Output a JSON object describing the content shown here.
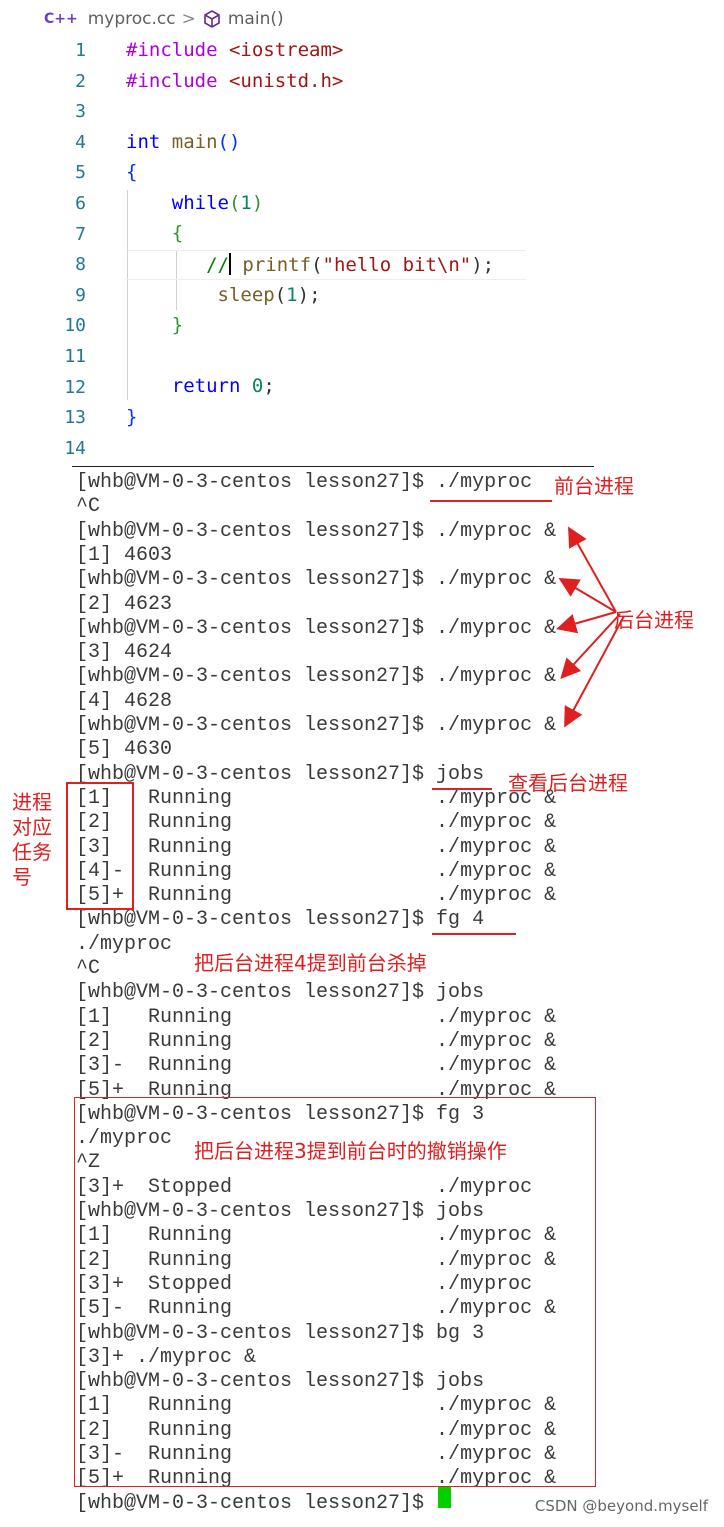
{
  "editor": {
    "breadcrumb": {
      "lang_icon": "C++",
      "file": "myproc.cc",
      "separator": ">",
      "symbol": "main()"
    },
    "line_numbers": [
      "1",
      "2",
      "3",
      "4",
      "5",
      "6",
      "7",
      "8",
      "9",
      "10",
      "11",
      "12",
      "13",
      "14"
    ]
  },
  "terminal": {
    "lines": [
      "[whb@VM-0-3-centos lesson27]$ ./myproc",
      "^C",
      "[whb@VM-0-3-centos lesson27]$ ./myproc &",
      "[1] 4603",
      "[whb@VM-0-3-centos lesson27]$ ./myproc &",
      "[2] 4623",
      "[whb@VM-0-3-centos lesson27]$ ./myproc &",
      "[3] 4624",
      "[whb@VM-0-3-centos lesson27]$ ./myproc &",
      "[4] 4628",
      "[whb@VM-0-3-centos lesson27]$ ./myproc &",
      "[5] 4630",
      "[whb@VM-0-3-centos lesson27]$ jobs",
      "[1]   Running                 ./myproc &",
      "[2]   Running                 ./myproc &",
      "[3]   Running                 ./myproc &",
      "[4]-  Running                 ./myproc &",
      "[5]+  Running                 ./myproc &",
      "[whb@VM-0-3-centos lesson27]$ fg 4",
      "./myproc",
      "^C",
      "[whb@VM-0-3-centos lesson27]$ jobs",
      "[1]   Running                 ./myproc &",
      "[2]   Running                 ./myproc &",
      "[3]-  Running                 ./myproc &",
      "[5]+  Running                 ./myproc &",
      "[whb@VM-0-3-centos lesson27]$ fg 3",
      "./myproc",
      "^Z",
      "[3]+  Stopped                 ./myproc",
      "[whb@VM-0-3-centos lesson27]$ jobs",
      "[1]   Running                 ./myproc &",
      "[2]   Running                 ./myproc &",
      "[3]+  Stopped                 ./myproc",
      "[5]-  Running                 ./myproc &",
      "[whb@VM-0-3-centos lesson27]$ bg 3",
      "[3]+ ./myproc &",
      "[whb@VM-0-3-centos lesson27]$ jobs",
      "[1]   Running                 ./myproc &",
      "[2]   Running                 ./myproc &",
      "[3]-  Running                 ./myproc &",
      "[5]+  Running                 ./myproc &",
      "[whb@VM-0-3-centos lesson27]$ "
    ]
  },
  "annotations": {
    "foreground": "前台进程",
    "background": "后台进程",
    "view_background": "查看后台进程",
    "job_number": "进程\n对应\n任务\n号",
    "fg4": "把后台进程4提到前台杀掉",
    "fg3": "把后台进程3提到前台时的撤销操作"
  },
  "watermark": "CSDN @beyond.myself",
  "colors": {
    "annotation": "#e02020",
    "cursor": "#00d000"
  }
}
